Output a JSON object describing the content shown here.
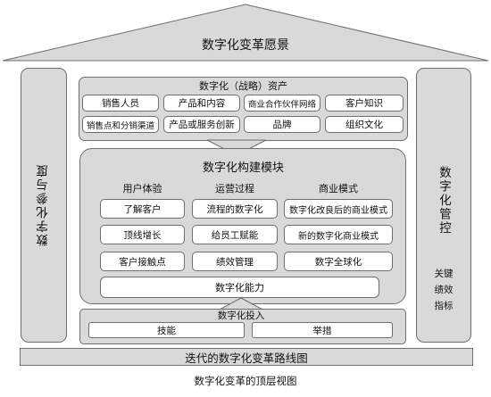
{
  "roof": {
    "title": "数字化变革愿景"
  },
  "left_pillar": {
    "label": "数字化参与度"
  },
  "right_pillar": {
    "label": "数字化管控",
    "kpi_lines": [
      "关键",
      "绩效",
      "指标"
    ]
  },
  "assets": {
    "title": "数字化（战略）资产",
    "items": [
      "销售人员",
      "产品和内容",
      "商业合作伙伴网络",
      "客户知识",
      "销售点和分销渠道",
      "产品或服务创新",
      "品牌",
      "组织文化"
    ]
  },
  "modules": {
    "title": "数字化构建模块",
    "columns": [
      {
        "header": "用户体验",
        "items": [
          "了解客户",
          "顶线增长",
          "客户接触点"
        ]
      },
      {
        "header": "运营过程",
        "items": [
          "流程的数字化",
          "给员工赋能",
          "绩效管理"
        ]
      },
      {
        "header": "商业模式",
        "items": [
          "数字化改良后的商业模式",
          "新的数字化商业模式",
          "数字全球化"
        ]
      }
    ],
    "capability": "数字化能力"
  },
  "investment": {
    "title": "数字化投入",
    "items": [
      "技能",
      "举措"
    ]
  },
  "base": {
    "title": "迭代的数字化变革路线图"
  },
  "caption": "数字化变革的顶层视图",
  "colors": {
    "panel": "#d9d9d9",
    "border": "#6e6e6e",
    "background": "#ffffff"
  }
}
